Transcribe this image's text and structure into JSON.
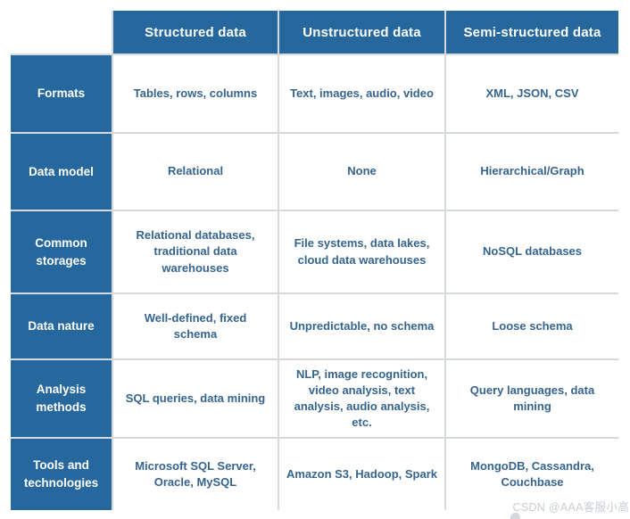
{
  "chart_data": {
    "type": "table",
    "columns": [
      "Structured data",
      "Unstructured data",
      "Semi-structured data"
    ],
    "rows": [
      {
        "header": "Formats",
        "cells": [
          "Tables, rows, columns",
          "Text, images, audio, video",
          "XML, JSON, CSV"
        ]
      },
      {
        "header": "Data model",
        "cells": [
          "Relational",
          "None",
          "Hierarchical/Graph"
        ]
      },
      {
        "header": "Common storages",
        "cells": [
          "Relational databases, traditional data warehouses",
          "File systems, data lakes, cloud data warehouses",
          "NoSQL databases"
        ]
      },
      {
        "header": "Data nature",
        "cells": [
          "Well-defined, fixed schema",
          "Unpredictable, no schema",
          "Loose schema"
        ]
      },
      {
        "header": "Analysis methods",
        "cells": [
          "SQL queries, data mining",
          "NLP, image recognition, video analysis, text analysis, audio analysis, etc.",
          "Query languages, data mining"
        ]
      },
      {
        "header": "Tools and technologies",
        "cells": [
          "Microsoft SQL Server, Oracle, MySQL",
          "Amazon S3, Hadoop, Spark",
          "MongoDB, Cassandra, Couchbase"
        ]
      }
    ],
    "layout": {
      "header_bg": "#26689e",
      "header_text_color": "#ffffff",
      "cell_text_color": "#35648f",
      "grid_line_color": "#d6dadd"
    }
  },
  "watermark": {
    "text": "CSDN @AAA客服小高"
  }
}
